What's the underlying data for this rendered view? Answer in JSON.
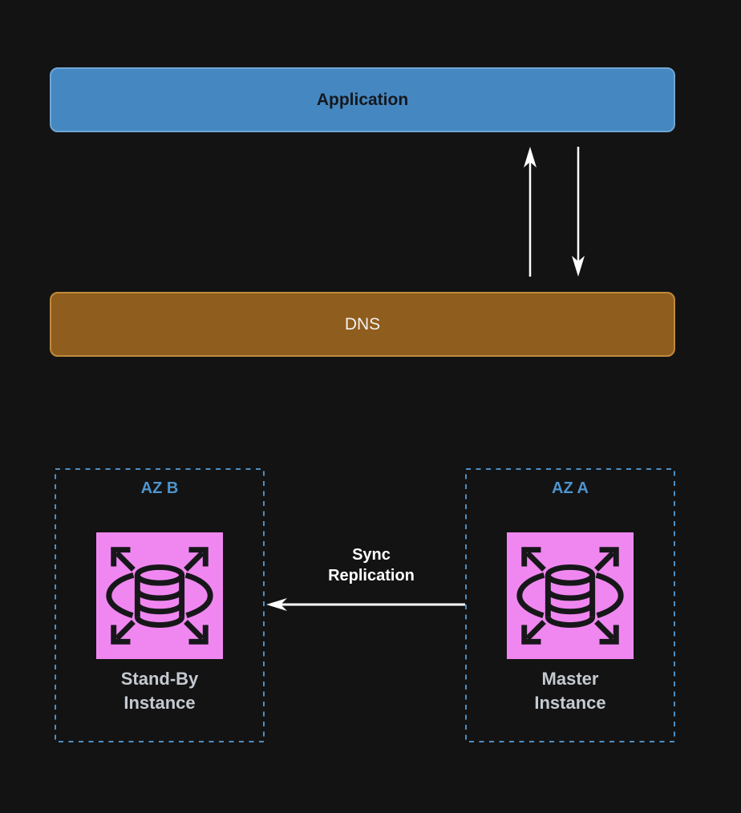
{
  "canvas": {
    "background": "#131313"
  },
  "nodes": {
    "application": {
      "label": "Application",
      "fill": "#4587C1",
      "border": "#6FA5D3",
      "text_color": "#14181D"
    },
    "dns": {
      "label": "DNS",
      "fill": "#8F5D1D",
      "border": "#C08A3C",
      "text_color": "#F3F1EE"
    },
    "az_b": {
      "label": "AZ B",
      "instance": {
        "line1": "Stand-By",
        "line2": "Instance"
      }
    },
    "az_a": {
      "label": "AZ A",
      "instance": {
        "line1": "Master",
        "line2": "Instance"
      }
    }
  },
  "icons": {
    "rds": {
      "name": "rds-database-icon",
      "fill": "#F087F0",
      "stroke": "#17171A"
    }
  },
  "edges": {
    "dns_to_app": {
      "from": "DNS",
      "to": "Application",
      "direction": "up"
    },
    "app_to_dns": {
      "from": "Application",
      "to": "DNS",
      "direction": "down"
    },
    "sync_replication": {
      "label": {
        "line1": "Sync",
        "line2": "Replication"
      },
      "from": "Master Instance (AZ A)",
      "to": "Stand-By Instance (AZ B)",
      "direction": "left"
    }
  },
  "colors": {
    "az_border": "#4E8FC4",
    "az_label_text": "#4E94CE",
    "caption_text": "#C5CAD1",
    "arrow": "#FFFFFF",
    "background": "#131313"
  }
}
